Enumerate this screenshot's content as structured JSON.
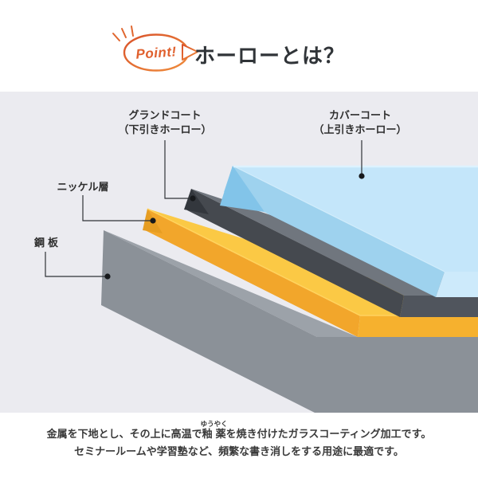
{
  "header": {
    "bubble_label": "Point!",
    "title": "ホーローとは？"
  },
  "diagram": {
    "layers": [
      {
        "id": "cover-coat",
        "label_line1": "カバーコート",
        "label_line2": "（上引きホーロー）"
      },
      {
        "id": "ground-coat",
        "label_line1": "グランドコート",
        "label_line2": "（下引きホーロー）"
      },
      {
        "id": "nickel",
        "label": "ニッケル層"
      },
      {
        "id": "steel",
        "label": "鋼板"
      }
    ]
  },
  "description": {
    "line1_pre": "金属を下地とし、その上に高温で",
    "ruby_base": "釉薬",
    "ruby_text": "ゆうやく",
    "line1_post": "を焼き付けたガラスコーティング加工です。",
    "line2": "セミナールームや学習塾など、頻繁な書き消しをする用途に最適です。"
  },
  "colors": {
    "diagram_bg": "#ebebf0",
    "accent_orange": "#e0602e",
    "title_color": "#303438",
    "label_color": "#2e2e2e",
    "leader_line": "#2f3237",
    "leader_dot": "#17191c",
    "cover_top": "#c4e6fa",
    "cover_front": "#9ed2ee",
    "cover_front_right": "#cdeafb",
    "cover_end": "#82c4e9",
    "cover_highlight": "#ddf2fe",
    "ground_top": "#70767e",
    "ground_front": "#45494f",
    "ground_front_right": "#50555d",
    "ground_end": "#33373d",
    "nickel_top": "#fbc945",
    "nickel_front": "#f2a62b",
    "nickel_front_right": "#f6b12e",
    "nickel_end": "#e69d22",
    "nickel_highlight": "#ffd35f",
    "steel_top": "#9ca2a9",
    "steel_front": "#8b9198"
  }
}
